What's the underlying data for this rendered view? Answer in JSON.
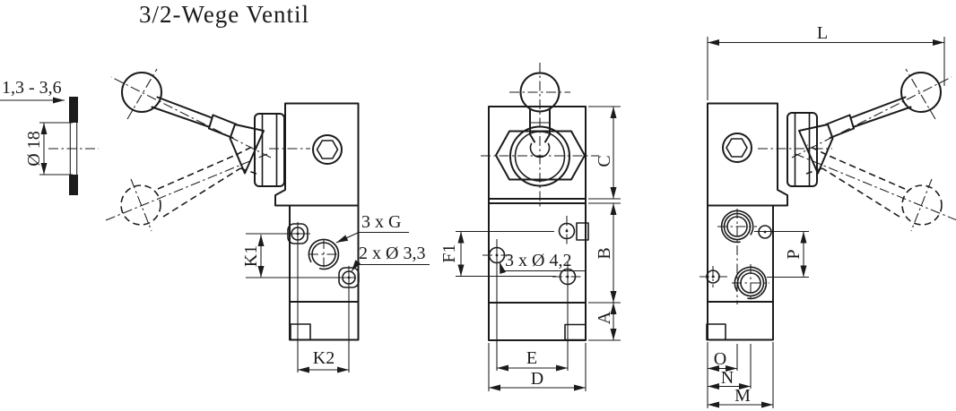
{
  "title": "3/2-Wege Ventil",
  "colors": {
    "line": "#1b1b1b",
    "background": "#ffffff"
  },
  "panel_detail": {
    "thickness_range": "1,3 - 3,6",
    "hole_diameter": "Ø 18"
  },
  "views": {
    "side_left": {
      "labels": {
        "k1": "K1",
        "k2": "K2",
        "ports": "3 x G",
        "mount_holes": "2 x Ø 3,3"
      }
    },
    "front": {
      "labels": {
        "c": "C",
        "b": "B",
        "a": "A",
        "f1": "F1",
        "e": "E",
        "d": "D",
        "mount_holes": "3 x Ø 4,2"
      }
    },
    "side_right": {
      "labels": {
        "l": "L",
        "p": "P",
        "o": "O",
        "n": "N",
        "m": "M"
      }
    }
  }
}
